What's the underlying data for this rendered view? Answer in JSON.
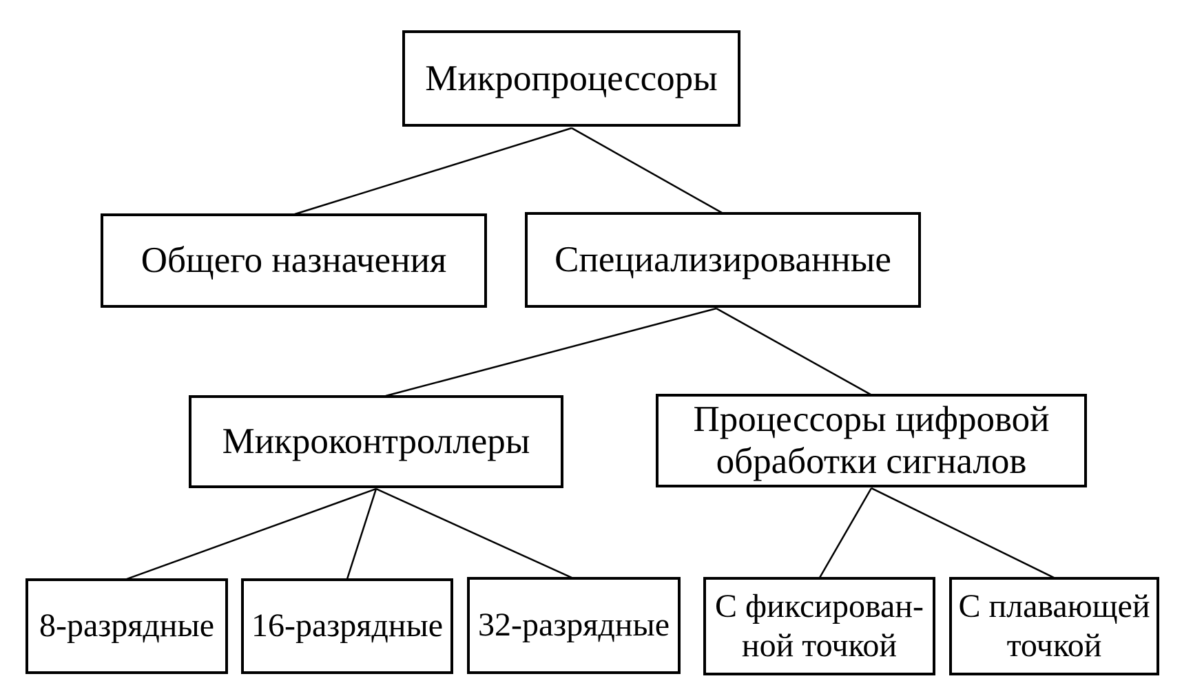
{
  "diagram": {
    "type": "tree",
    "language": "ru",
    "colors": {
      "background": "#ffffff",
      "box_fill": "#ffffff",
      "box_border": "#000000",
      "text": "#000000",
      "connector": "#000000"
    },
    "nodes": {
      "root": {
        "label": "Микропроцессоры",
        "level": 1
      },
      "general": {
        "label": "Общего назначения",
        "level": 2
      },
      "specialized": {
        "label": "Специализированные",
        "level": 2
      },
      "microcontrollers": {
        "label": "Микроконтроллеры",
        "level": 3
      },
      "dsp": {
        "label": "Процессоры цифровой\nобработки сигналов",
        "level": 3
      },
      "bit8": {
        "label": "8-разрядные",
        "level": 4
      },
      "bit16": {
        "label": "16-разрядные",
        "level": 4
      },
      "bit32": {
        "label": "32-разрядные",
        "level": 4
      },
      "fixed_point": {
        "label": "С фиксирован-\nной точкой",
        "level": 4
      },
      "floating_point": {
        "label": "С плавающей\nточкой",
        "level": 4
      }
    },
    "edges": [
      {
        "from": "root",
        "to": "general"
      },
      {
        "from": "root",
        "to": "specialized"
      },
      {
        "from": "specialized",
        "to": "microcontrollers"
      },
      {
        "from": "specialized",
        "to": "dsp"
      },
      {
        "from": "microcontrollers",
        "to": "bit8"
      },
      {
        "from": "microcontrollers",
        "to": "bit16"
      },
      {
        "from": "microcontrollers",
        "to": "bit32"
      },
      {
        "from": "dsp",
        "to": "fixed_point"
      },
      {
        "from": "dsp",
        "to": "floating_point"
      }
    ]
  }
}
